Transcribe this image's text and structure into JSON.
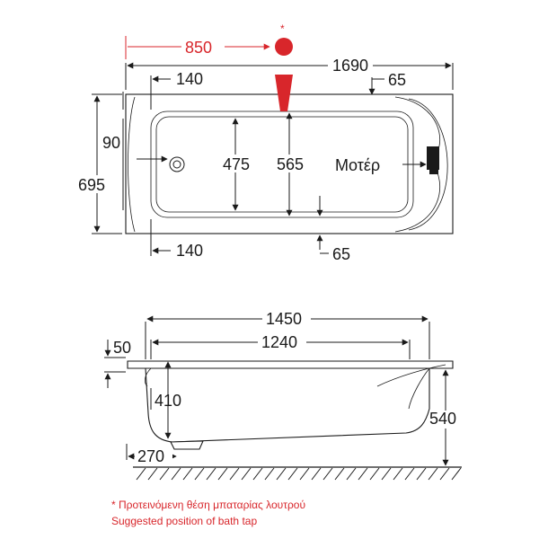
{
  "colors": {
    "accent": "#d8262b",
    "ink": "#1a1a1a"
  },
  "top_view": {
    "overall_length": "1690",
    "overall_width": "695",
    "inner_width": "565",
    "basin_width": "475",
    "side_offset_top": "140",
    "side_offset_bottom": "140",
    "rim_top": "65",
    "rim_bottom": "65",
    "drain_offset": "90",
    "tap_distance": "850",
    "tap_marker": "*",
    "motor_label": "Μοτέρ"
  },
  "side_view": {
    "top_length": "1450",
    "inner_length": "1240",
    "rim_height": "50",
    "depth": "410",
    "total_height": "540",
    "foot_offset": "270"
  },
  "notes": {
    "line_gr": "* Προτεινόμενη θέση μπαταρίας λουτρού",
    "line_en": "Suggested position of bath tap"
  }
}
